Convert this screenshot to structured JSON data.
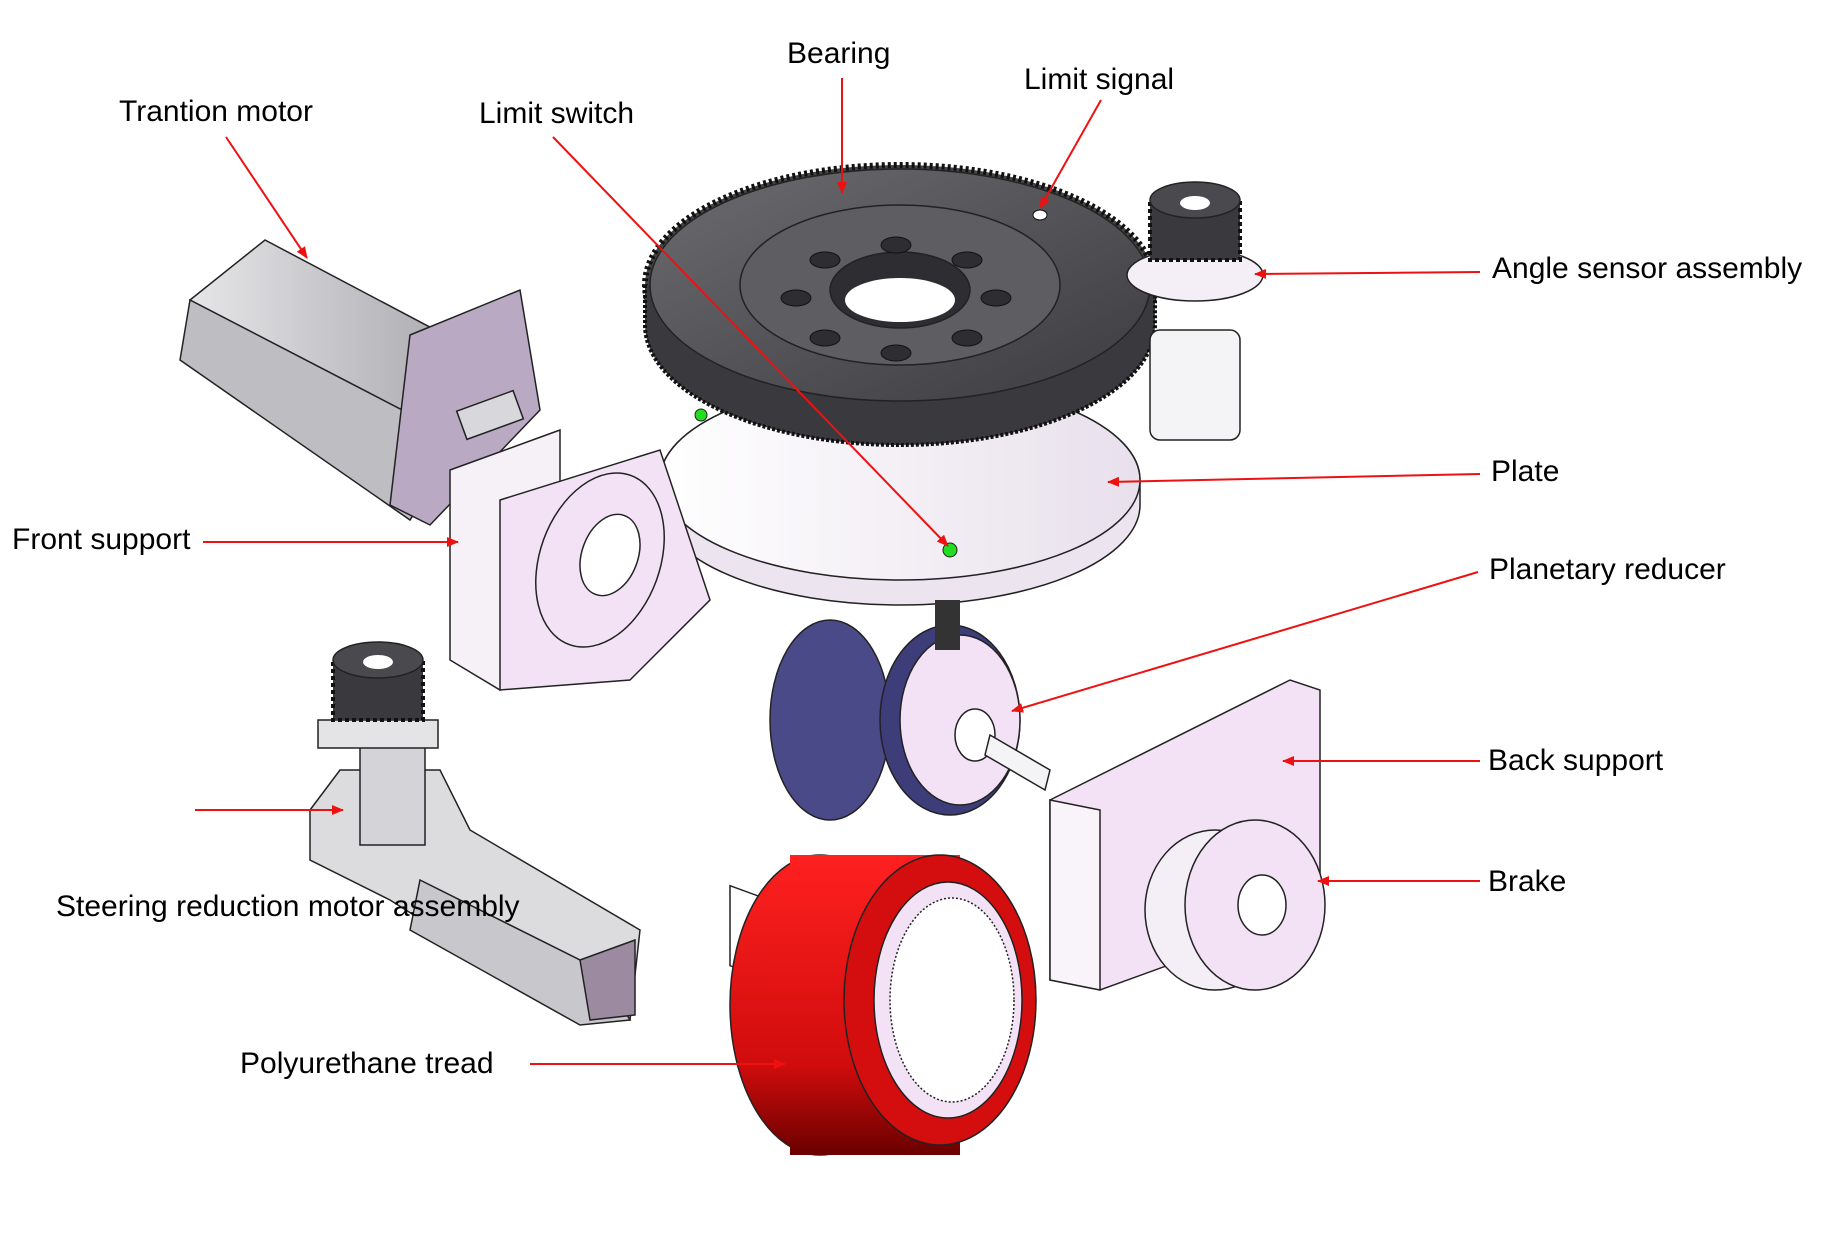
{
  "diagram": {
    "type": "exploded-assembly",
    "subject": "AGV steering drive wheel assembly",
    "colors": {
      "leader_line": "#ee1111",
      "label_text": "#000000",
      "bearing_gear": "#5a5a5e",
      "support_parts": "#f3e2f5",
      "tread": "#e81515",
      "reducer_ring": "#4a4a88",
      "motor_body": "#c9c9cd",
      "limit_switch_dot": "#22dd22"
    },
    "labels": [
      {
        "id": "bearing",
        "text": "Bearing"
      },
      {
        "id": "limit-signal",
        "text": "Limit signal"
      },
      {
        "id": "traction-motor",
        "text": "Trantion motor"
      },
      {
        "id": "limit-switch",
        "text": "Limit switch"
      },
      {
        "id": "angle-sensor",
        "text": "Angle sensor assembly"
      },
      {
        "id": "plate",
        "text": "Plate"
      },
      {
        "id": "front-support",
        "text": "Front support"
      },
      {
        "id": "planetary-reducer",
        "text": "Planetary reducer"
      },
      {
        "id": "back-support",
        "text": "Back support"
      },
      {
        "id": "brake",
        "text": "Brake"
      },
      {
        "id": "steering-motor",
        "text": "Steering reduction motor assembly"
      },
      {
        "id": "tread",
        "text": "Polyurethane tread"
      }
    ]
  }
}
